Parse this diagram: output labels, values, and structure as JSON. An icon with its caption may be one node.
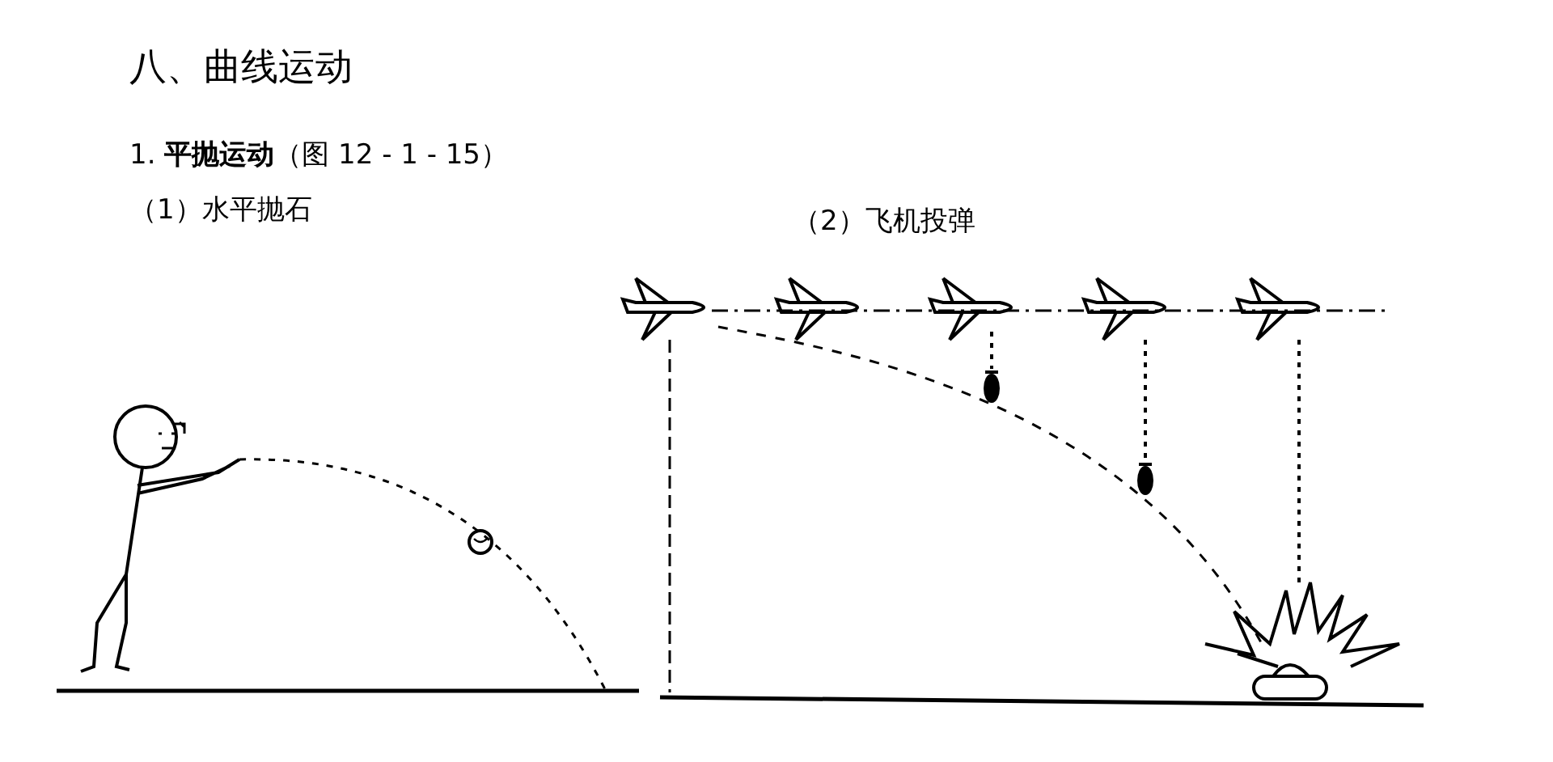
{
  "diagram": {
    "title": "八、曲线运动",
    "labels": [
      "1. **平抛运动**（图 12 - 1 - 15）",
      "（1）水平抛石",
      "（2）飞机投弹"
    ]
  }
}
